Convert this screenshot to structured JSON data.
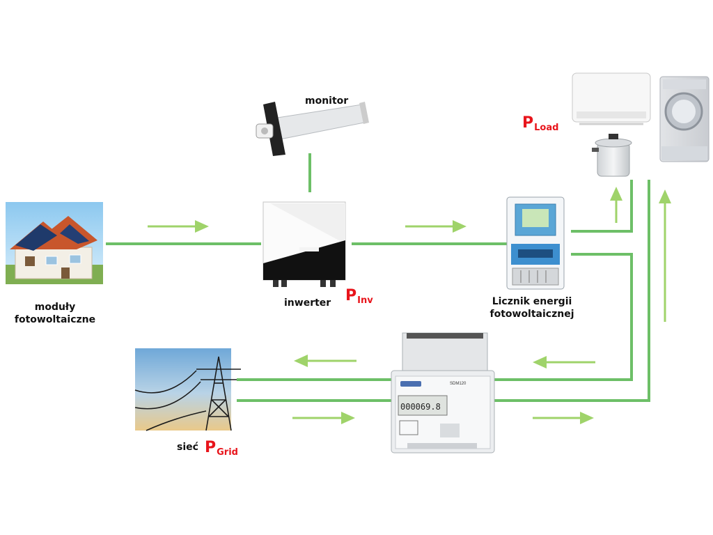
{
  "labels": {
    "pv_modules": [
      "moduły",
      "fotowoltaiczne"
    ],
    "monitor": "monitor",
    "inverter": "inwerter",
    "pv_meter": [
      "Licznik energii",
      "fotowoltaicznej"
    ],
    "grid": "sieć"
  },
  "power_labels": {
    "inverter": {
      "symbol": "P",
      "sub": "Inv"
    },
    "load": {
      "symbol": "P",
      "sub": "Load"
    },
    "grid": {
      "symbol": "P",
      "sub": "Grid"
    }
  },
  "meter_display": {
    "digits": "000069.8",
    "model": "SDM120"
  },
  "colors": {
    "line": "#6dbf67",
    "arrow": "#9fd36a",
    "power_label": "#e8141b"
  }
}
